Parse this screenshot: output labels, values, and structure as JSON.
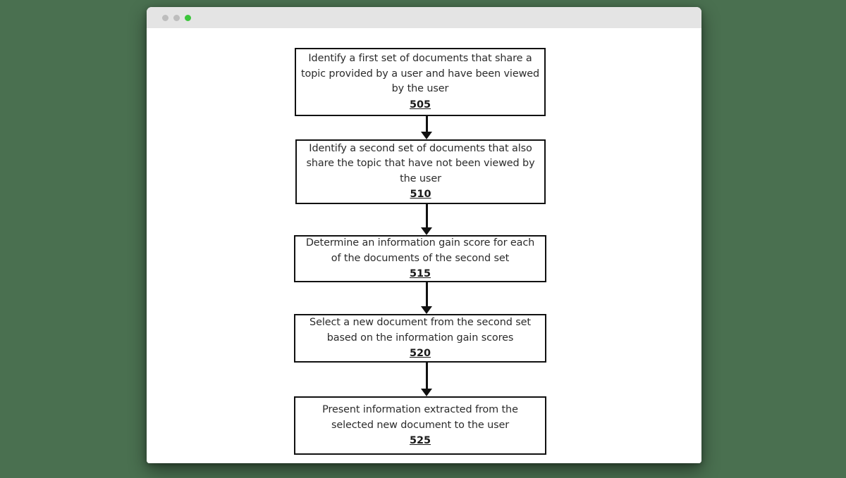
{
  "window": {
    "titlebar": {
      "dots": [
        {
          "name": "close-dot",
          "color": "#bdbdbd"
        },
        {
          "name": "minimize-dot",
          "color": "#bdbdbd"
        },
        {
          "name": "maximize-dot",
          "color": "#3cc63c"
        }
      ]
    }
  },
  "theme": {
    "page_background": "#4a7050",
    "window_background": "#ffffff",
    "titlebar_background": "#e4e4e4",
    "node_border": "#111111",
    "text_color": "#2b2b2b",
    "arrow_color": "#111111"
  },
  "chart_data": {
    "type": "diagram",
    "diagram_kind": "flowchart",
    "title": "",
    "orientation": "vertical",
    "nodes": [
      {
        "id": "505",
        "ref": "505",
        "lines": [
          "Identify a first set of documents that share a",
          "topic provided by a user and have been viewed",
          "by the user"
        ],
        "text": "Identify a first set of documents that share a topic provided by a user and have been viewed by the user"
      },
      {
        "id": "510",
        "ref": "510",
        "lines": [
          "Identify a second set of documents that also",
          "share the topic that have not been viewed by",
          "the user"
        ],
        "text": "Identify a second set of documents that also share the topic that have not been viewed by the user"
      },
      {
        "id": "515",
        "ref": "515",
        "lines": [
          "Determine an information gain score for each",
          "of the documents of the second set"
        ],
        "text": "Determine an information gain score for each of the documents of the second set"
      },
      {
        "id": "520",
        "ref": "520",
        "lines": [
          "Select a new document from the second set",
          "based on the information gain scores"
        ],
        "text": "Select a new document from the second set based on the information gain scores"
      },
      {
        "id": "525",
        "ref": "525",
        "lines": [
          "Present information extracted from the",
          "selected new document to the user"
        ],
        "text": "Present information extracted from the selected new document to the user"
      }
    ],
    "edges": [
      {
        "from": "505",
        "to": "510",
        "style": "solid-arrow"
      },
      {
        "from": "510",
        "to": "515",
        "style": "solid-arrow"
      },
      {
        "from": "515",
        "to": "520",
        "style": "solid-arrow"
      },
      {
        "from": "520",
        "to": "525",
        "style": "solid-arrow"
      }
    ]
  }
}
